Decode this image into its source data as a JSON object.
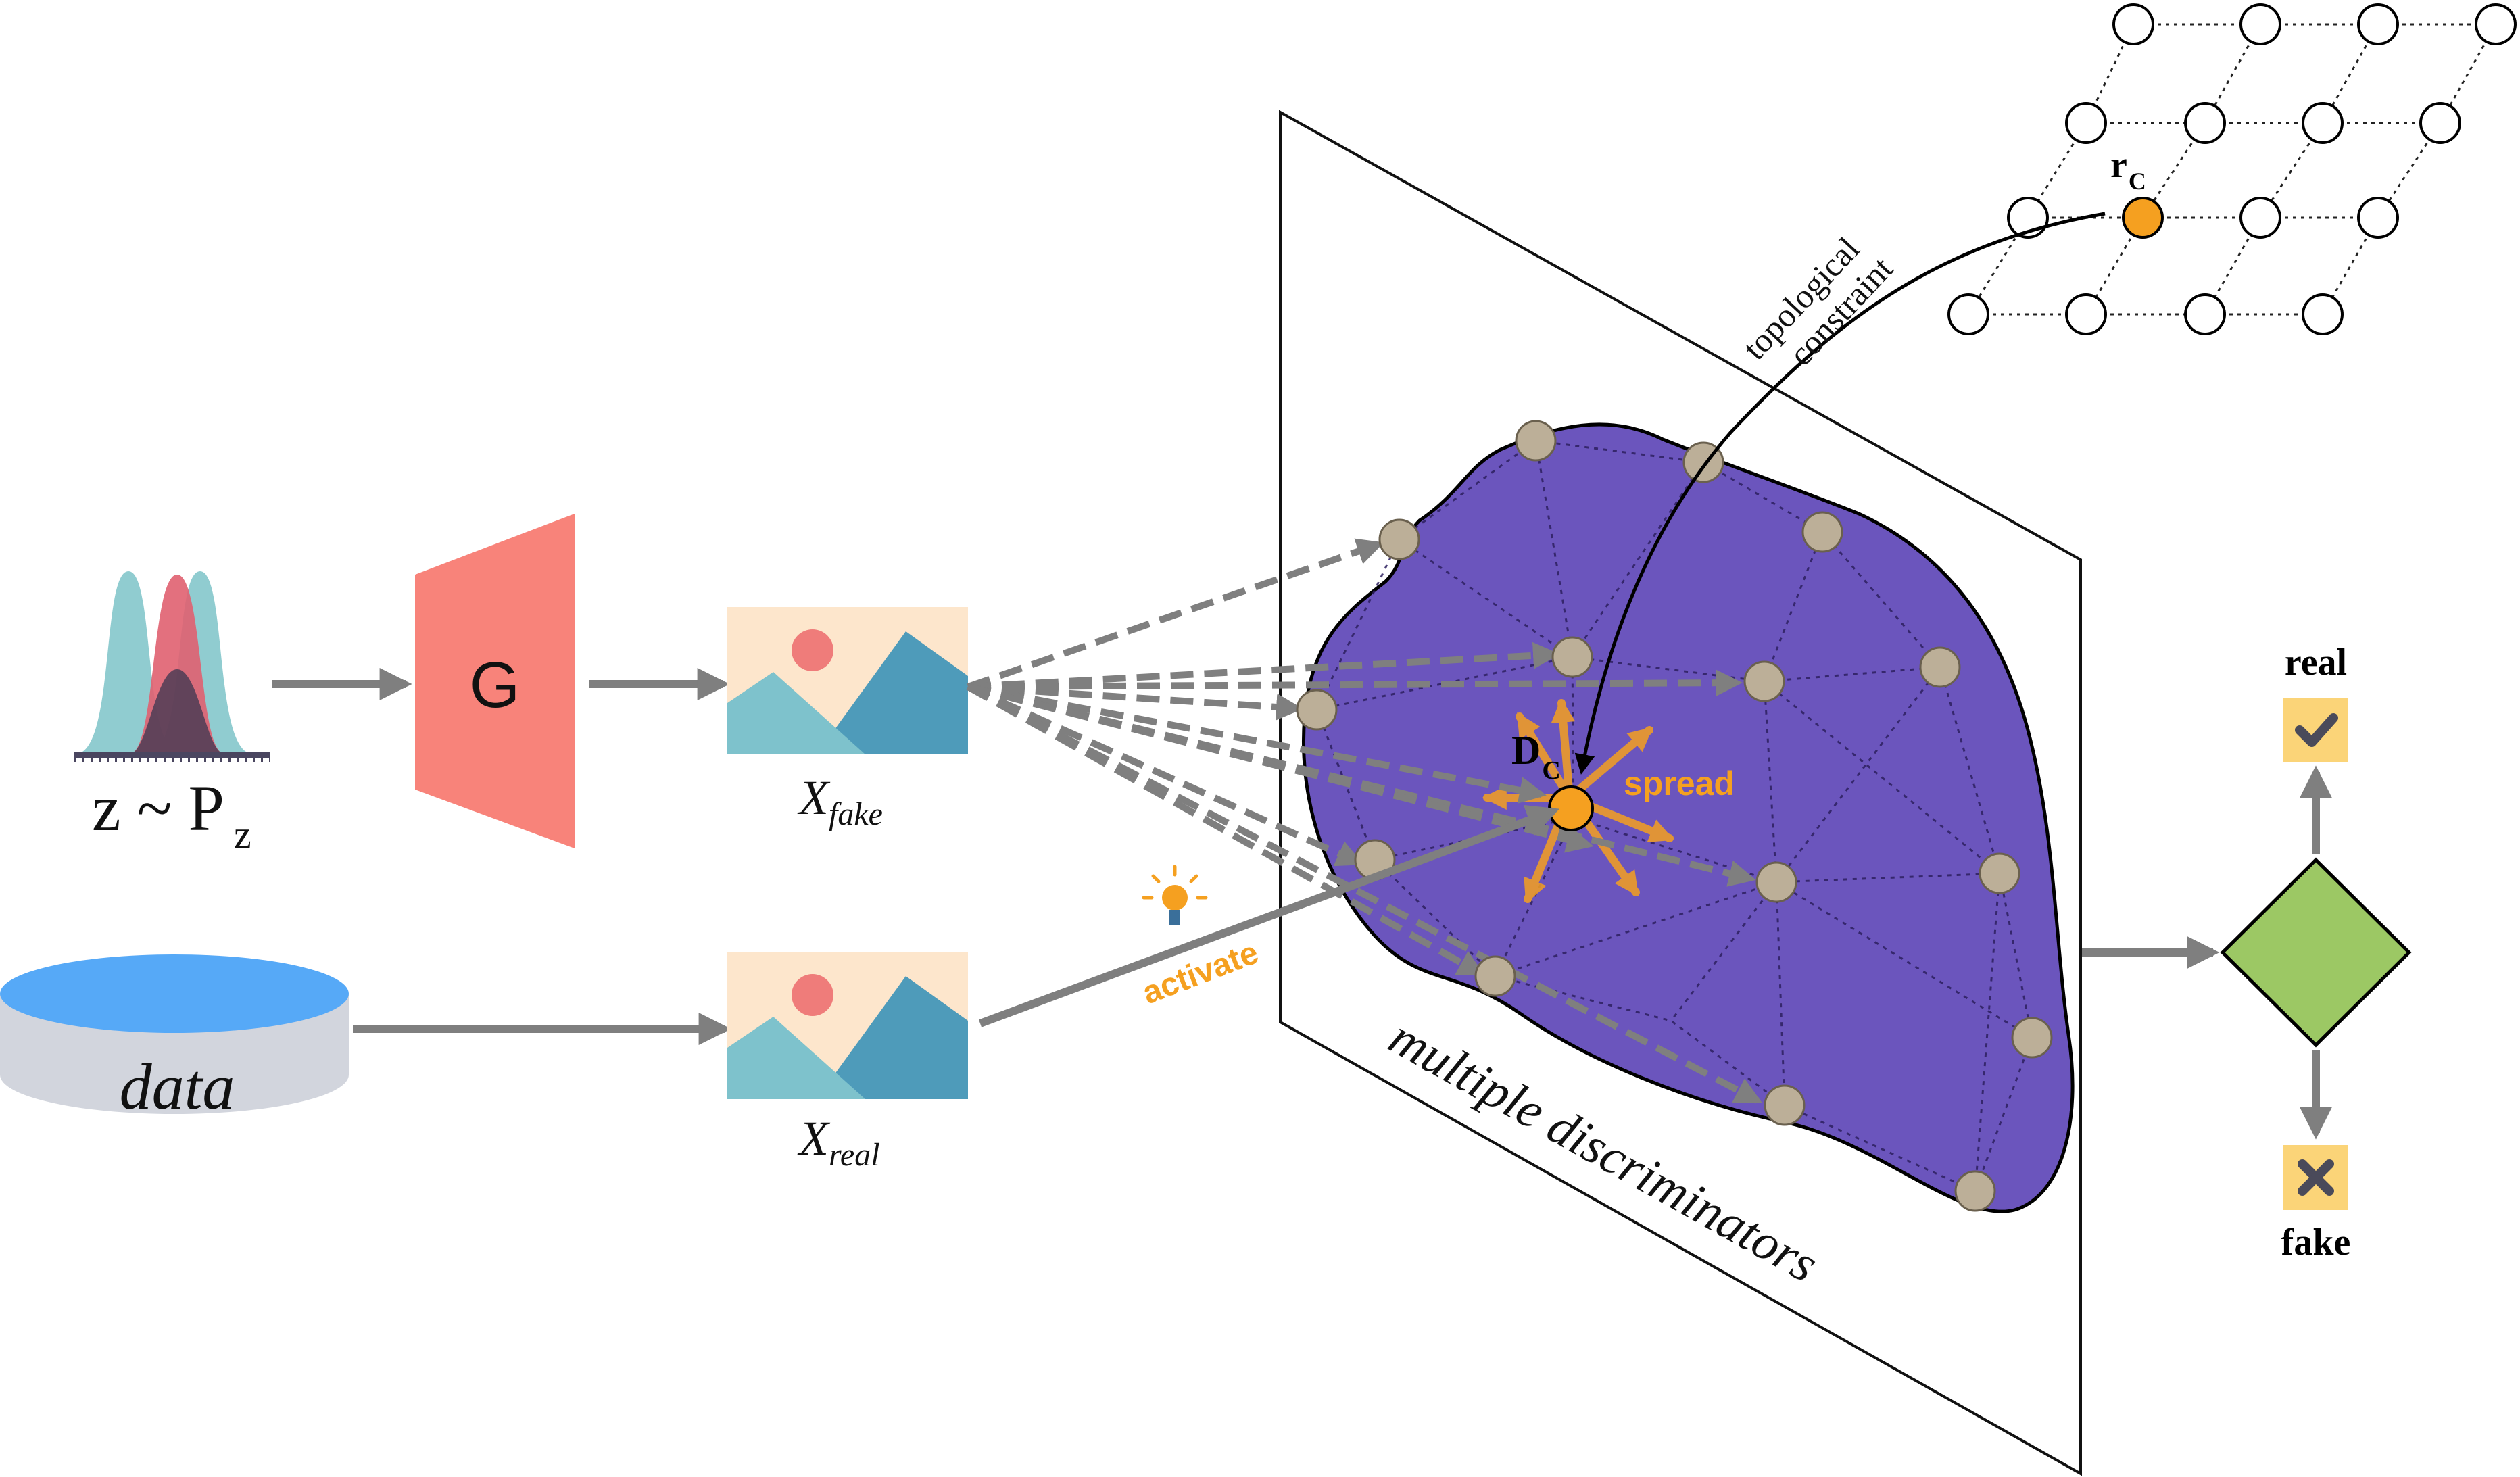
{
  "noise": {
    "label_main": "z ~ P",
    "label_sub": "z"
  },
  "generator": {
    "label": "G"
  },
  "data_source": {
    "label": "data"
  },
  "fake_image": {
    "label_main": "X",
    "label_sub": "fake"
  },
  "real_image": {
    "label_main": "X",
    "label_sub": "real"
  },
  "activate_label": "activate",
  "spread_label": "spread",
  "center_node": {
    "label_main": "D",
    "label_sub": "C"
  },
  "plane_label": "multiple discriminators",
  "topology_label": {
    "line1": "topological",
    "line2": "constraint"
  },
  "reference_node": {
    "label_main": "r",
    "label_sub": "C"
  },
  "decision": {
    "real_label": "real",
    "fake_label": "fake"
  },
  "icons": [
    "check-icon",
    "cross-icon",
    "lightbulb-icon",
    "gaussian-icon",
    "database-icon",
    "image-icon"
  ],
  "colors": {
    "generator": "#f8837a",
    "blob": "#6b55bd",
    "node": "#bcaf98",
    "accent": "#f5a020",
    "arrow": "#7f7f7f",
    "diamond": "#9cc864",
    "badge": "#fbd478",
    "database": "#56a9f7"
  }
}
